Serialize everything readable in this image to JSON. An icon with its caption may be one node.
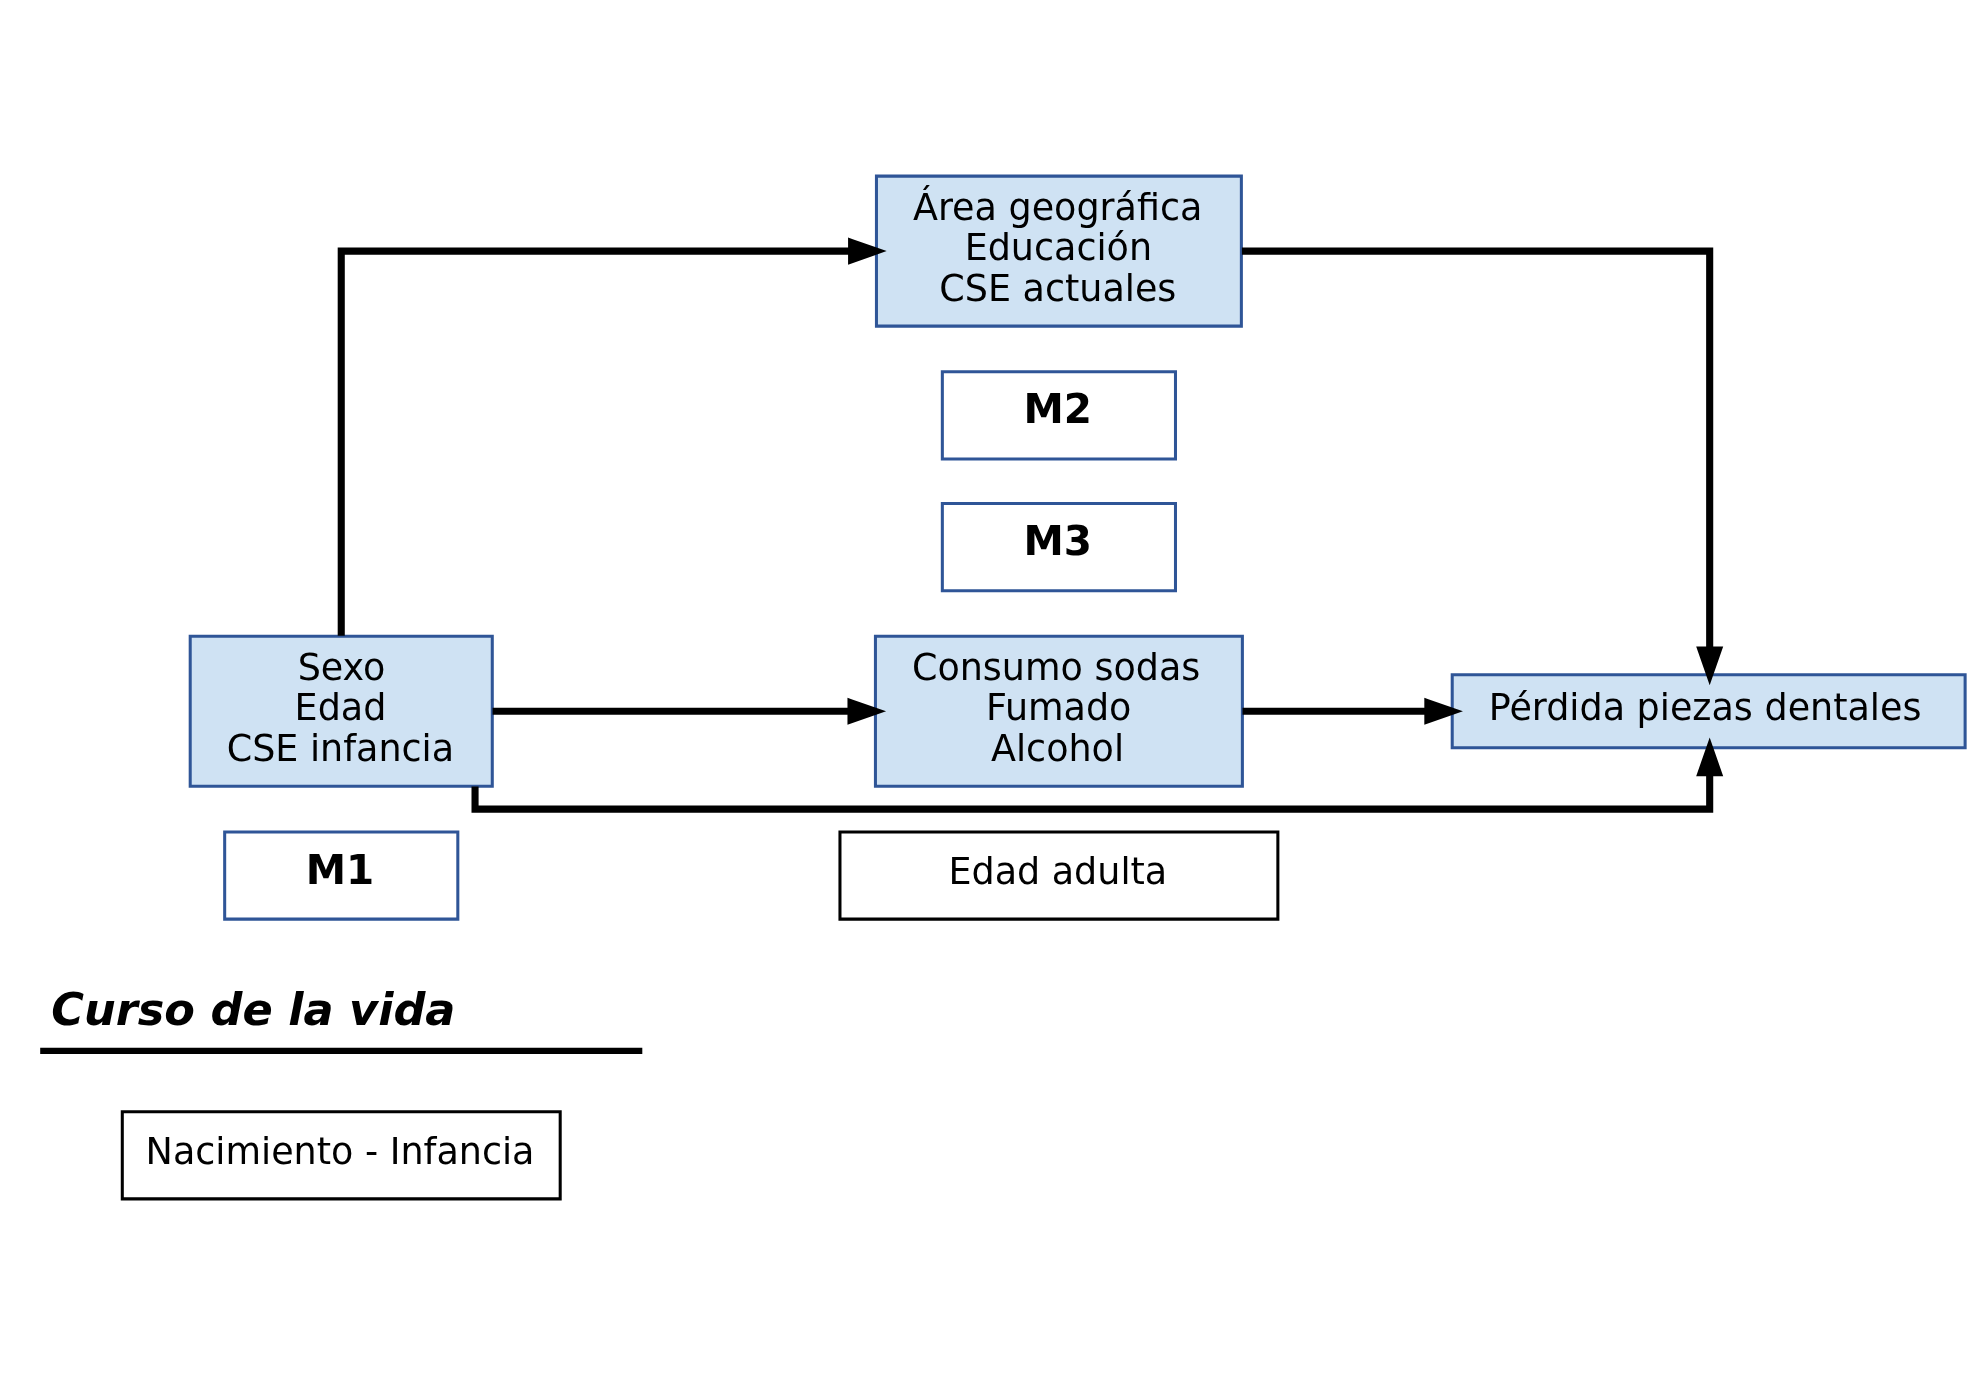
{
  "diagram": {
    "nodes": [
      {
        "text": [
          "Sexo",
          "Edad",
          "CSE infancia"
        ]
      },
      {
        "text": [
          "M1"
        ]
      },
      {
        "text": [
          "Área geográfica",
          "Educación",
          "CSE actuales"
        ]
      },
      {
        "text": [
          "M2"
        ]
      },
      {
        "text": [
          "Pérdida piezas dentales"
        ]
      },
      {
        "text": [
          "M3"
        ]
      },
      {
        "text": [
          "Consumo sodas",
          "Fumado",
          "Alcohol"
        ]
      },
      {
        "text": [
          "Nacimiento - Infancia"
        ]
      },
      {
        "text": [
          "Edad adulta"
        ]
      }
    ],
    "edges": [
      {
        "from": 0,
        "to": 2,
        "arrow": "to"
      },
      {
        "from": 0,
        "to": 4,
        "arrow": "to"
      },
      {
        "from": 0,
        "to": 6,
        "arrow": "to"
      },
      {
        "from": 2,
        "to": 4,
        "arrow": "to"
      },
      {
        "from": 6,
        "to": 4,
        "arrow": "to"
      }
    ],
    "labels": [
      "Curso de la vida"
    ]
  }
}
